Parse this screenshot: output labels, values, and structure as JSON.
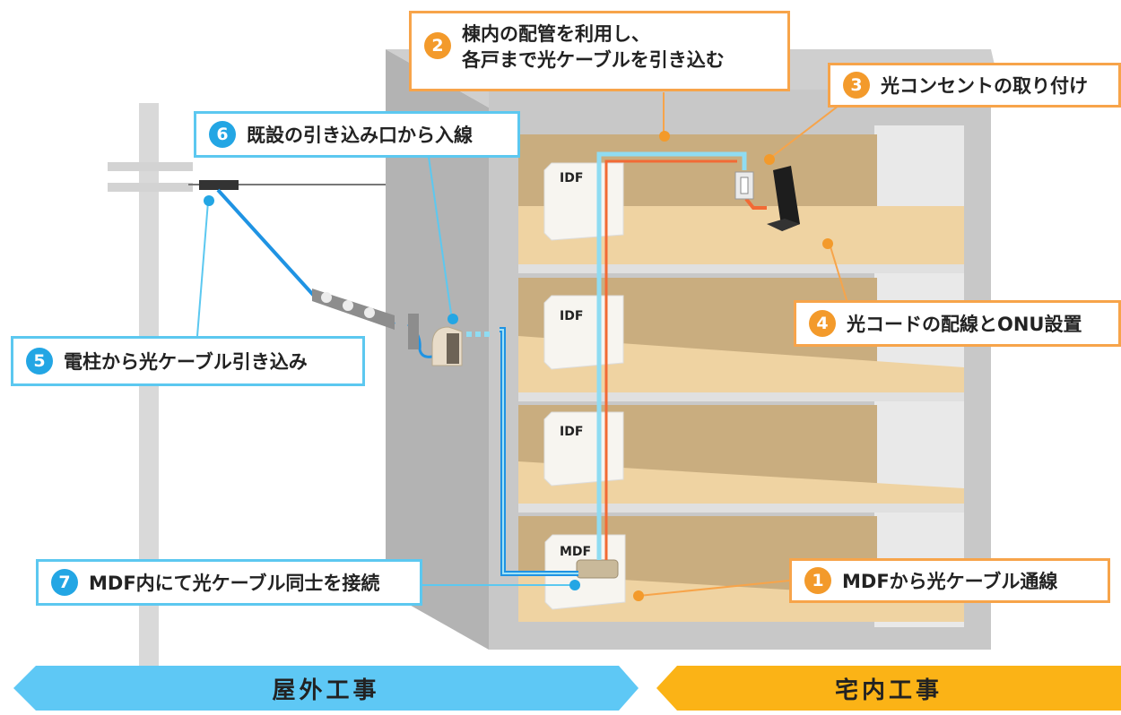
{
  "colors": {
    "outdoor_accent": "#23a6e4",
    "indoor_accent": "#f39a2b",
    "outdoor_banner": "#5ec8f5",
    "indoor_banner": "#fbb316",
    "cable_blue": "#1f93e3",
    "cable_light": "#8fdcf2",
    "cable_orange": "#f26a35",
    "floor": "#efd3a2",
    "wall": "#c4c4c4"
  },
  "steps": [
    {
      "num": "1",
      "lines": [
        "MDFから光ケーブル通線"
      ],
      "group": "indoor"
    },
    {
      "num": "2",
      "lines": [
        "棟内の配管を利用し、",
        "各戸まで光ケーブルを引き込む"
      ],
      "group": "indoor"
    },
    {
      "num": "3",
      "lines": [
        "光コンセントの取り付け"
      ],
      "group": "indoor"
    },
    {
      "num": "4",
      "lines": [
        "光コードの配線とONU設置"
      ],
      "group": "indoor"
    },
    {
      "num": "5",
      "lines": [
        "電柱から光ケーブル引き込み"
      ],
      "group": "outdoor"
    },
    {
      "num": "6",
      "lines": [
        "既設の引き込み口から入線"
      ],
      "group": "outdoor"
    },
    {
      "num": "7",
      "lines": [
        "MDF内にて光ケーブル同士を接続"
      ],
      "group": "outdoor"
    }
  ],
  "equipment": {
    "idf_top": "IDF",
    "idf_mid": "IDF",
    "idf_low": "IDF",
    "mdf": "MDF"
  },
  "banners": {
    "outdoor": "屋外工事",
    "indoor": "宅内工事"
  }
}
